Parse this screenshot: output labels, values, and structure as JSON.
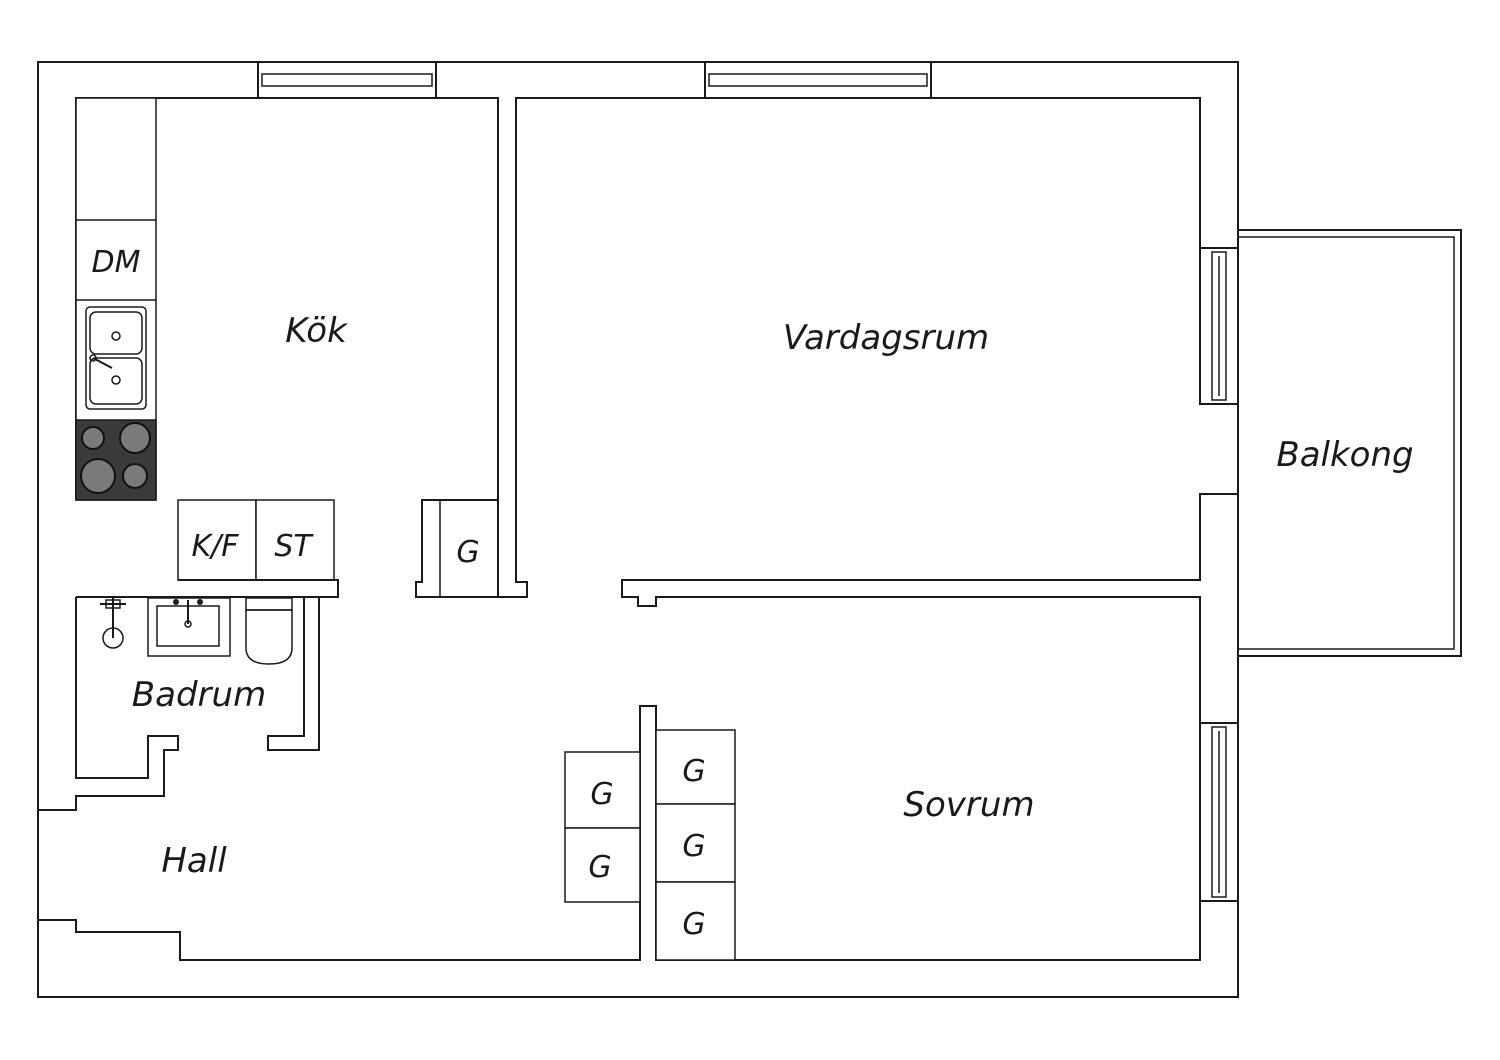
{
  "rooms": {
    "kitchen": "Kök",
    "living_room": "Vardagsrum",
    "balcony": "Balkong",
    "bathroom": "Badrum",
    "hall": "Hall",
    "bedroom": "Sovrum"
  },
  "fixtures": {
    "dishwasher": "DM",
    "fridge_freezer": "K/F",
    "storage": "ST",
    "wardrobe": "G"
  },
  "colors": {
    "stroke": "#1a1a1a",
    "stove": "#3a3a3a",
    "background": "#ffffff"
  }
}
